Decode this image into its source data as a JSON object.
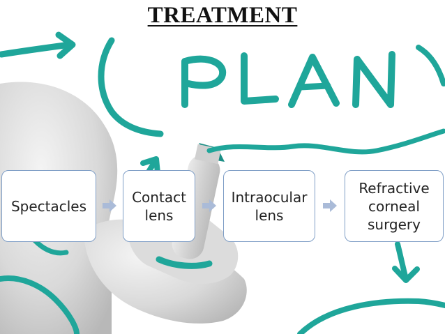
{
  "title": "TREATMENT",
  "background": {
    "handwritten_word": "PLAN",
    "accent_color": "#1fa69a"
  },
  "steps": [
    {
      "label": "Spectacles"
    },
    {
      "label": "Contact\nlens"
    },
    {
      "label": "Intraocular\nlens"
    },
    {
      "label": "Refractive\ncorneal\nsurgery"
    }
  ],
  "colors": {
    "box_border": "#7f9ec6",
    "arrow": "#aabbd8",
    "text": "#222222"
  }
}
